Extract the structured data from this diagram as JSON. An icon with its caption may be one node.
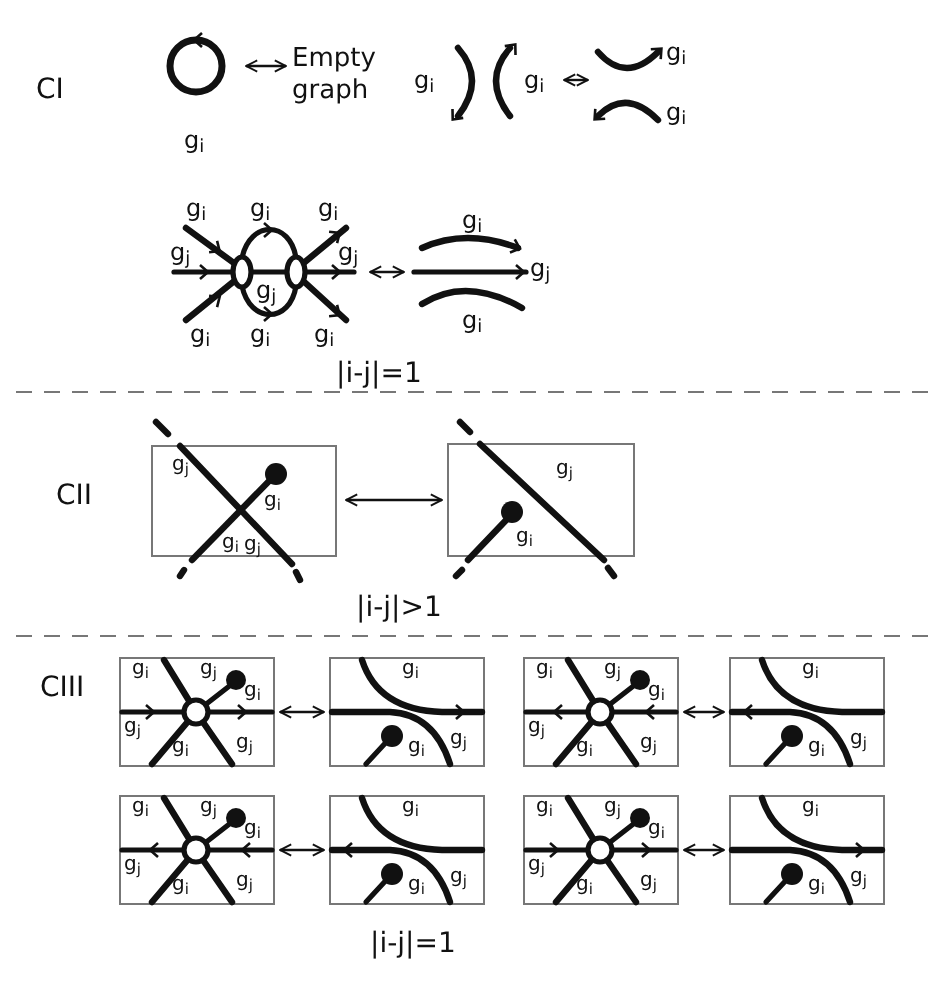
{
  "diagram": {
    "nodes": [
      {
        "text": [
          "g$_{i}$"
        ]
      },
      {
        "text": [
          "Empty graph"
        ]
      },
      {
        "text": [
          "g$_{i}$",
          "g$_{i}$"
        ]
      },
      {
        "text": [
          "g$_{i}$",
          "g$_{i}$"
        ]
      },
      {
        "text": [
          "g$_{i}$",
          "g$_{i}$",
          "g$_{i}$",
          "g$_{j}$",
          "g$_{j}$",
          "g$_{j}$",
          "g$_{i}$",
          "g$_{i}$",
          "g$_{i}$"
        ]
      },
      {
        "text": [
          "g$_{i}$",
          "g$_{j}$",
          "g$_{i}$"
        ]
      },
      {
        "text": [
          "g$_{j}$",
          "g$_{i}$",
          "g$_{i}$",
          "g$_{j}$"
        ]
      },
      {
        "text": [
          "g$_{j}$",
          "g$_{i}$"
        ]
      },
      {
        "text": [
          "g$_{i}$",
          "g$_{j}$",
          "g$_{i}$",
          "g$_{j}$",
          "g$_{i}$",
          "g$_{j}$"
        ]
      },
      {
        "text": [
          "g$_{i}$",
          "g$_{i}$",
          "g$_{j}$"
        ]
      },
      {
        "text": [
          "g$_{i}$",
          "g$_{j}$",
          "g$_{i}$",
          "g$_{j}$",
          "g$_{i}$",
          "g$_{j}$"
        ]
      },
      {
        "text": [
          "g$_{i}$",
          "g$_{i}$",
          "g$_{j}$"
        ]
      },
      {
        "text": [
          "g$_{i}$",
          "g$_{j}$",
          "g$_{i}$",
          "g$_{j}$",
          "g$_{i}$",
          "g$_{j}$"
        ]
      },
      {
        "text": [
          "g$_{i}$",
          "g$_{i}$",
          "g$_{j}$"
        ]
      },
      {
        "text": [
          "g$_{i}$",
          "g$_{j}$",
          "g$_{i}$",
          "g$_{j}$",
          "g$_{i}$",
          "g$_{j}$"
        ]
      },
      {
        "text": [
          "g$_{i}$",
          "g$_{i}$",
          "g$_{j}$"
        ]
      }
    ],
    "edges": [
      {
        "from": 0,
        "to": 1,
        "arrow": "both"
      },
      {
        "from": 2,
        "to": 3,
        "arrow": "both"
      },
      {
        "from": 4,
        "to": 5,
        "arrow": "both"
      },
      {
        "from": 6,
        "to": 7,
        "arrow": "both"
      },
      {
        "from": 8,
        "to": 9,
        "arrow": "both"
      },
      {
        "from": 10,
        "to": 11,
        "arrow": "both"
      },
      {
        "from": 12,
        "to": 13,
        "arrow": "both"
      },
      {
        "from": 14,
        "to": 15,
        "arrow": "both"
      }
    ],
    "labels": [
      "CI",
      "|i-j|=1",
      "CII",
      "|i-j|>1",
      "CIII",
      "|i-j|=1"
    ]
  }
}
